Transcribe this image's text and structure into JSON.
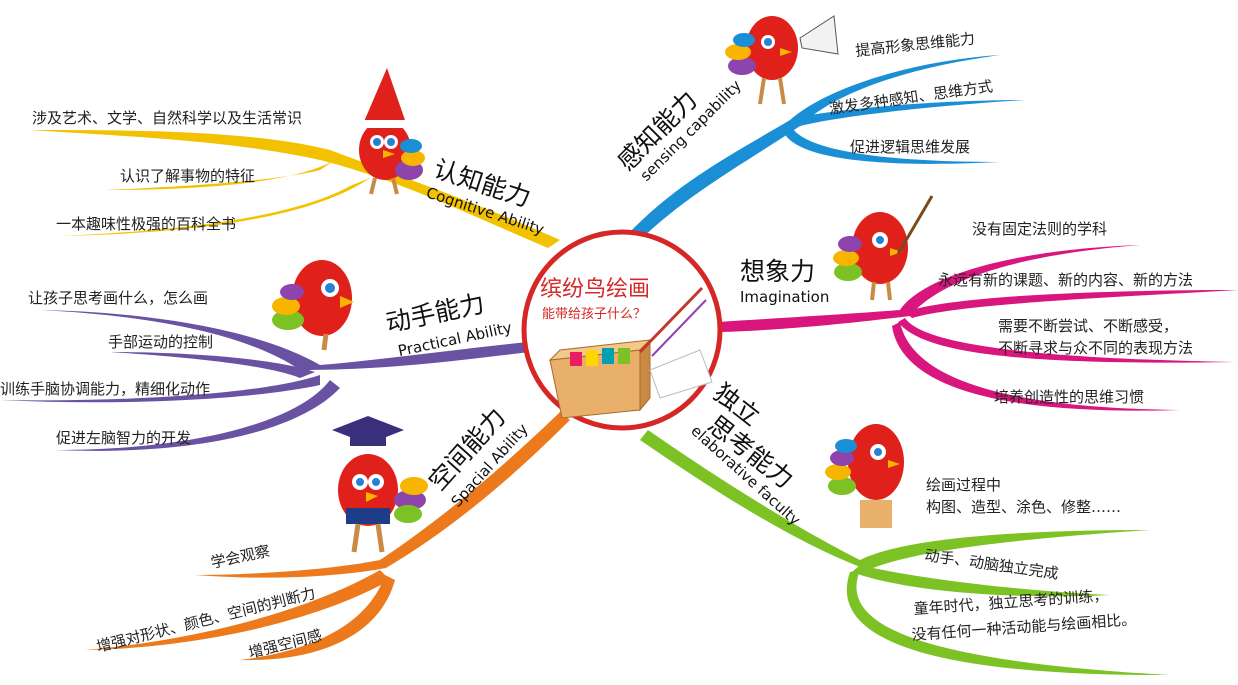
{
  "center": {
    "title": "缤纷鸟绘画",
    "subtitle": "能带给孩子什么？"
  },
  "branches": {
    "cognitive": {
      "title_cn": "认知能力",
      "title_en": "Cognitive Ability",
      "color": "#f2c200",
      "items": [
        "涉及艺术、文学、自然科学以及生活常识",
        "认识了解事物的特征",
        "一本趣味性极强的百科全书"
      ]
    },
    "practical": {
      "title_cn": "动手能力",
      "title_en": "Practical Ability",
      "color": "#6a52a3",
      "items": [
        "让孩子思考画什么，怎么画",
        "手部运动的控制",
        "训练手脑协调能力，精细化动作",
        "促进左脑智力的开发"
      ]
    },
    "spatial": {
      "title_cn": "空间能力",
      "title_en": "Spacial Ability",
      "color": "#ec7a1c",
      "items": [
        "学会观察",
        "增强对形状、颜色、空间的判断力",
        "增强空间感"
      ]
    },
    "sensing": {
      "title_cn": "感知能力",
      "title_en": "sensing capability",
      "color": "#1b8fd6",
      "items": [
        "提高形象思维能力",
        "激发多种感知、思维方式",
        "促进逻辑思维发展"
      ]
    },
    "imagination": {
      "title_cn": "想象力",
      "title_en": "Imagination",
      "color": "#d9157e",
      "items": [
        "没有固定法则的学科",
        "永远有新的课题、新的内容、新的方法",
        "需要不断尝试、不断感受，",
        "不断寻求与众不同的表现方法",
        "培养创造性的思维习惯"
      ]
    },
    "independent": {
      "title_cn_line1": "独立",
      "title_cn_line2": "思考能力",
      "title_en": "elaborative faculty",
      "color": "#7cc225",
      "items": [
        "绘画过程中",
        "构图、造型、涂色、修整……",
        "动手、动脑独立完成",
        "童年时代，独立思考的训练，",
        "没有任何一种活动能与绘画相比。"
      ]
    }
  },
  "colors": {
    "center_ring": "#d62727",
    "bird_red": "#e0201b",
    "bird_eye": "#2a7fd4",
    "beak": "#f7b500"
  }
}
